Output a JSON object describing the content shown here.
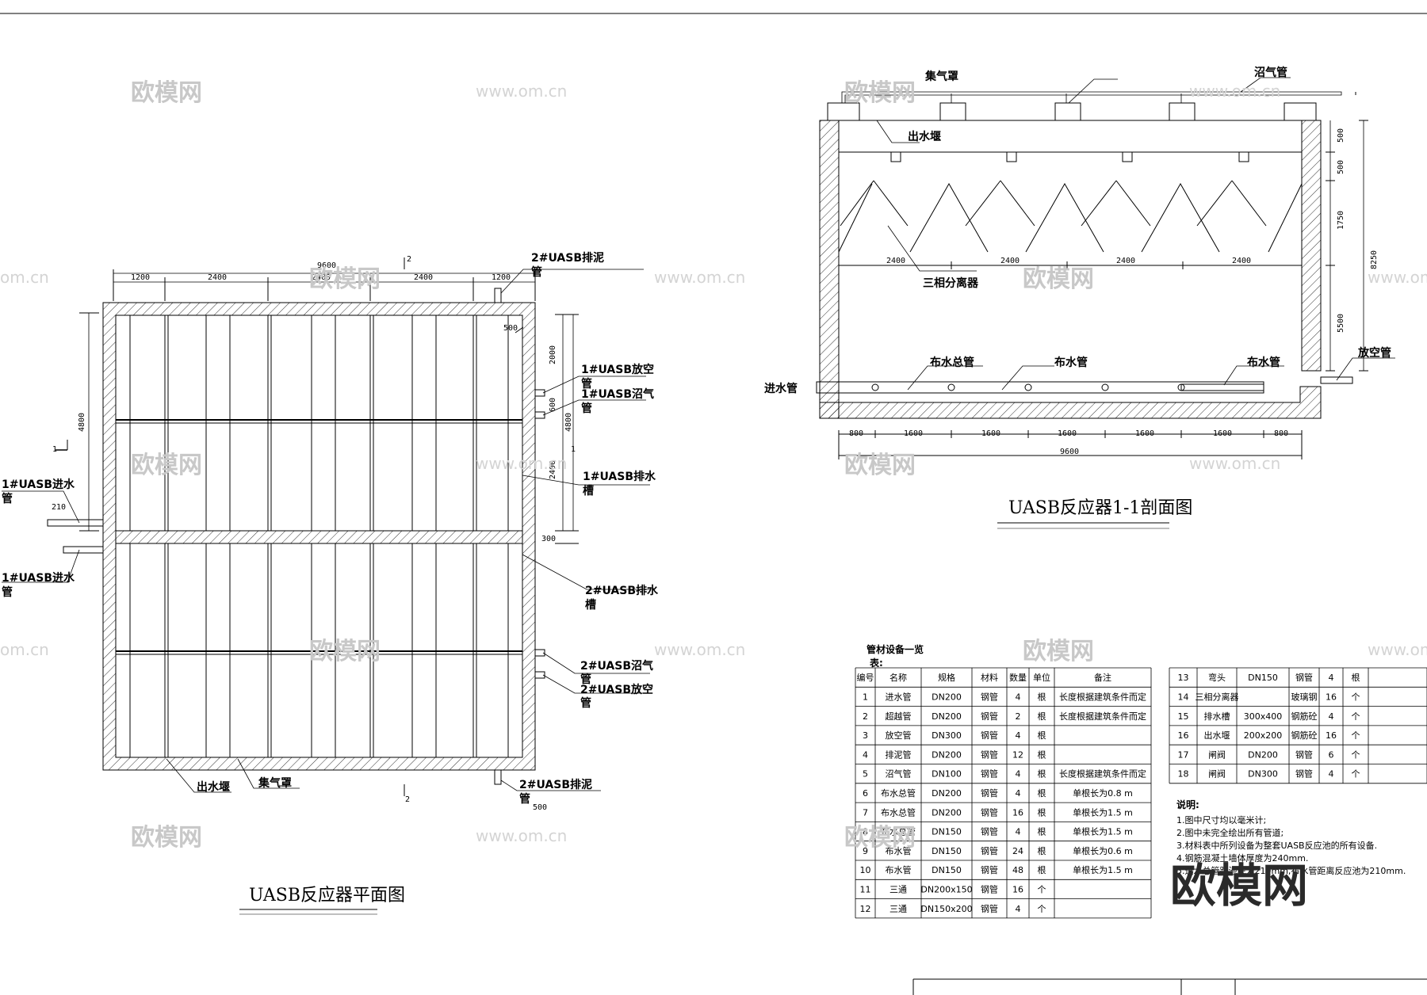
{
  "watermark": {
    "logo_text": "欧模网",
    "url_text": "www.om.cn",
    "frag": "om.cn"
  },
  "plan": {
    "title": "UASB反应器平面图",
    "top_dims": [
      "1200",
      "2400",
      "2400",
      "2400",
      "1200"
    ],
    "total_dim": "9600",
    "left_dim": "4800",
    "right_dims": [
      "2000",
      "600",
      "4800",
      "2400",
      "300"
    ],
    "small_dims": [
      "500",
      "210",
      "500"
    ],
    "section_mark": "1",
    "section_mark2": "2",
    "labels": {
      "sludge2_top_a": "2#UASB排泥",
      "sludge2_top_b": "管",
      "vent1_a": "1#UASB放空",
      "vent1_b": "管",
      "gas1_a": "1#UASB沼气",
      "gas1_b": "管",
      "drain1_a": "1#UASB排水",
      "drain1_b": "槽",
      "inlet1a_a": "1#UASB进水",
      "inlet1a_b": "管",
      "inlet1b_a": "1#UASB进水",
      "inlet1b_b": "管",
      "drain2_a": "2#UASB排水",
      "drain2_b": "槽",
      "gas2_a": "2#UASB沼气",
      "gas2_b": "管",
      "vent2_a": "2#UASB放空",
      "vent2_b": "管",
      "outlet_weir": "出水堰",
      "gas_hood": "集气罩",
      "sludge2_bot_a": "2#UASB排泥",
      "sludge2_bot_b": "管"
    }
  },
  "section": {
    "title": "UASB反应器1-1剖面图",
    "labels": {
      "gas_hood": "集气罩",
      "biogas_pipe": "沼气管",
      "outlet_weir": "出水堰",
      "separator": "三相分离器",
      "main_distributor": "布水总管",
      "distributor1": "布水管",
      "distributor2": "布水管",
      "inlet": "进水管",
      "vent": "放空管"
    },
    "sep_dims": [
      "2400",
      "2400",
      "2400",
      "2400"
    ],
    "right_dims": [
      "500",
      "500",
      "1750",
      "5500"
    ],
    "height_total": "8250",
    "bottom_dims": [
      "800",
      "1600",
      "1600",
      "1600",
      "1600",
      "1600",
      "800"
    ],
    "bottom_total": "9600"
  },
  "table": {
    "title_a": "管材设备一览",
    "title_b": "表:",
    "headers": [
      "编号",
      "名称",
      "规格",
      "材料",
      "数量",
      "单位",
      "备注"
    ],
    "rows_left": [
      [
        "1",
        "进水管",
        "DN200",
        "钢管",
        "4",
        "根",
        "长度根据建筑条件而定"
      ],
      [
        "2",
        "超越管",
        "DN200",
        "钢管",
        "2",
        "根",
        "长度根据建筑条件而定"
      ],
      [
        "3",
        "放空管",
        "DN300",
        "钢管",
        "4",
        "根",
        ""
      ],
      [
        "4",
        "排泥管",
        "DN200",
        "钢管",
        "12",
        "根",
        ""
      ],
      [
        "5",
        "沼气管",
        "DN100",
        "钢管",
        "4",
        "根",
        "长度根据建筑条件而定"
      ],
      [
        "6",
        "布水总管",
        "DN200",
        "钢管",
        "4",
        "根",
        "单根长为0.8 m"
      ],
      [
        "7",
        "布水总管",
        "DN200",
        "钢管",
        "16",
        "根",
        "单根长为1.5 m"
      ],
      [
        "8",
        "布水总管",
        "DN150",
        "钢管",
        "4",
        "根",
        "单根长为1.5 m"
      ],
      [
        "9",
        "布水管",
        "DN150",
        "钢管",
        "24",
        "根",
        "单根长为0.6 m"
      ],
      [
        "10",
        "布水管",
        "DN150",
        "钢管",
        "48",
        "根",
        "单根长为1.5 m"
      ],
      [
        "11",
        "三通",
        "DN200x150",
        "钢管",
        "16",
        "个",
        ""
      ],
      [
        "12",
        "三通",
        "DN150x200",
        "钢管",
        "4",
        "个",
        ""
      ]
    ],
    "rows_right": [
      [
        "13",
        "弯头",
        "DN150",
        "钢管",
        "4",
        "根"
      ],
      [
        "14",
        "三相分离器",
        "",
        "玻璃钢",
        "16",
        "个"
      ],
      [
        "15",
        "排水槽",
        "300x400",
        "钢筋砼",
        "4",
        "个"
      ],
      [
        "16",
        "出水堰",
        "200x200",
        "钢筋砼",
        "16",
        "个"
      ],
      [
        "17",
        "闸阀",
        "DN200",
        "钢管",
        "6",
        "个"
      ],
      [
        "18",
        "闸阀",
        "DN300",
        "钢管",
        "4",
        "个"
      ]
    ]
  },
  "notes": {
    "heading": "说明:",
    "items": [
      "1.图中尺寸均以毫米计;",
      "2.图中未完全绘出所有管道;",
      "3.材料表中所列设备为整套UASB反应池的所有设备.",
      "4.钢筋混凝土墙体厚度为240mm.",
      "5.进水总管距池底为210mm,布水管距离反应池为210mm."
    ]
  },
  "big_watermark": "欧模网"
}
